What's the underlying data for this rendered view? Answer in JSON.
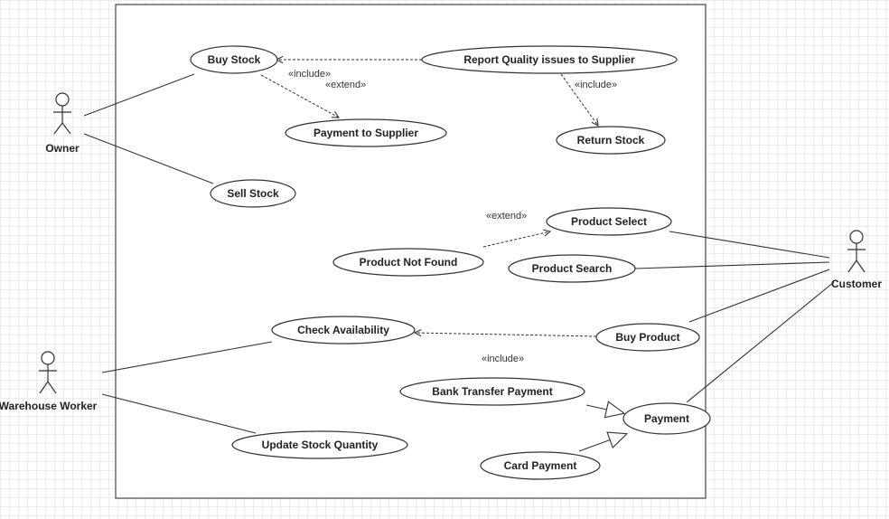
{
  "actors": {
    "owner": "Owner",
    "warehouse_worker": "Warehouse Worker",
    "customer": "Customer"
  },
  "use_cases": {
    "buy_stock": "Buy Stock",
    "report_quality": "Report Quality issues to Supplier",
    "payment_to_supplier": "Payment to Supplier",
    "return_stock": "Return Stock",
    "sell_stock": "Sell Stock",
    "product_select": "Product Select",
    "product_not_found": "Product Not Found",
    "product_search": "Product Search",
    "check_availability": "Check Availability",
    "buy_product": "Buy Product",
    "bank_transfer_payment": "Bank Transfer Payment",
    "payment": "Payment",
    "update_stock_quantity": "Update Stock Quantity",
    "card_payment": "Card Payment"
  },
  "stereotypes": {
    "include_buy_stock": "«include»",
    "extend_payment_supplier": "«extend»",
    "include_return_stock": "«include»",
    "extend_product_select": "«extend»",
    "include_check_availability": "«include»"
  }
}
